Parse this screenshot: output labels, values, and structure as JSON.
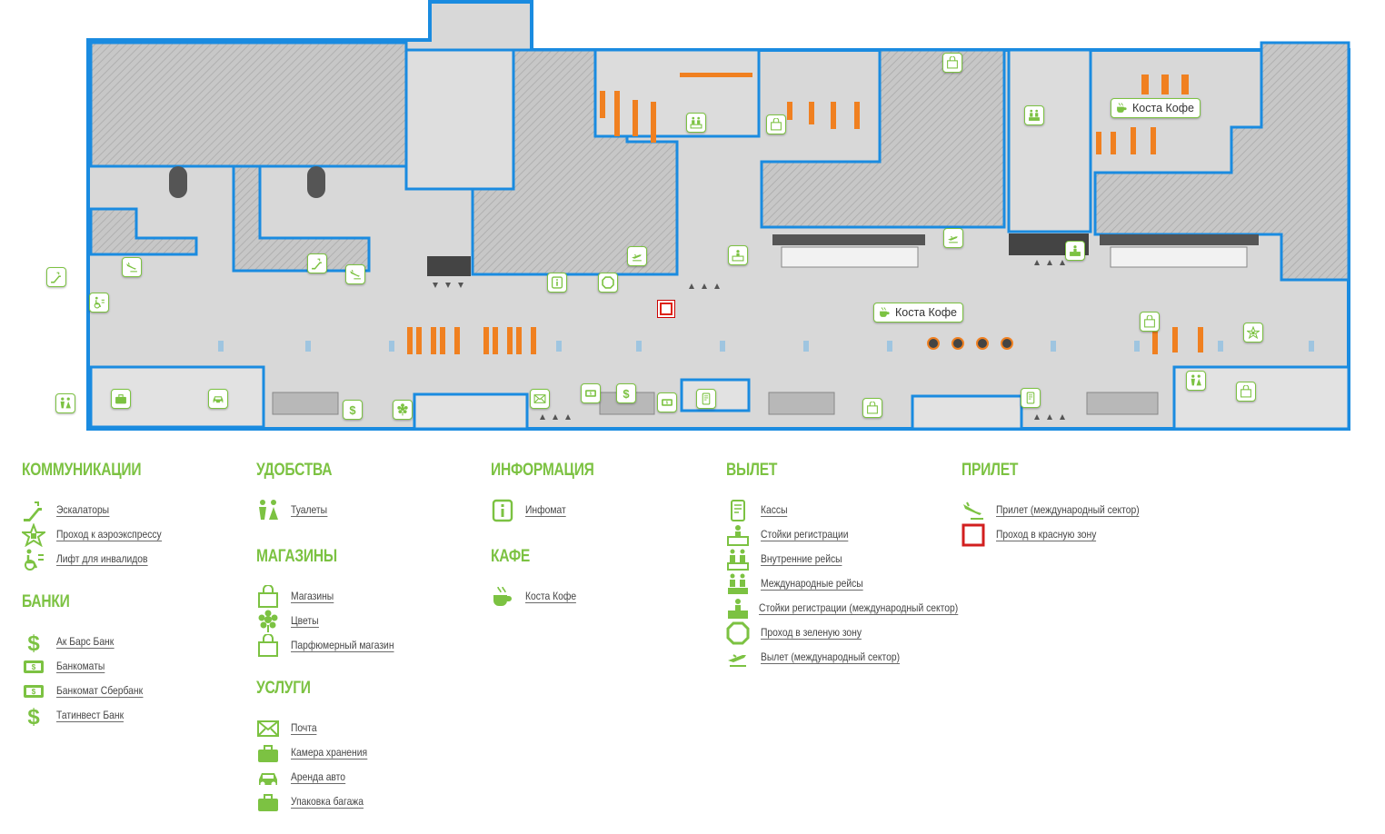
{
  "colors": {
    "accent": "#7cc242",
    "wall": "#1a8be0",
    "floor": "#d6d6d6",
    "hatch": "#b5b5b5",
    "seat": "#f08020",
    "red": "#d21f1f"
  },
  "map": {
    "cafe_label_1": "Коста Кофе",
    "cafe_label_2": "Коста Кофе",
    "markers": [
      {
        "icon": "escalator-icon"
      },
      {
        "icon": "arrival-icon"
      },
      {
        "icon": "elevator-icon"
      },
      {
        "icon": "toilet-icon"
      },
      {
        "icon": "luggage-icon"
      },
      {
        "icon": "car-icon"
      },
      {
        "icon": "escalator-icon"
      },
      {
        "icon": "arrival-icon"
      },
      {
        "icon": "dollar-icon"
      },
      {
        "icon": "flower-icon"
      },
      {
        "icon": "departure-icon"
      },
      {
        "icon": "info-icon"
      },
      {
        "icon": "green-zone-icon"
      },
      {
        "icon": "mail-icon"
      },
      {
        "icon": "atm-icon"
      },
      {
        "icon": "dollar-icon"
      },
      {
        "icon": "atm-icon"
      },
      {
        "icon": "ticket-icon"
      },
      {
        "icon": "domestic-icon"
      },
      {
        "icon": "checkin-icon"
      },
      {
        "icon": "shop-icon"
      },
      {
        "icon": "shop-icon"
      },
      {
        "icon": "departure-icon"
      },
      {
        "icon": "intl-checkin-icon"
      },
      {
        "icon": "shop-icon"
      },
      {
        "icon": "ticket-icon"
      },
      {
        "icon": "international-icon"
      },
      {
        "icon": "shop-icon"
      },
      {
        "icon": "aeroexpress-icon"
      },
      {
        "icon": "toilet-icon"
      },
      {
        "icon": "shop-icon"
      }
    ]
  },
  "legend": {
    "communications": {
      "heading": "КОММУНИКАЦИИ",
      "items": [
        {
          "label": "Эскалаторы",
          "icon": "escalator-icon"
        },
        {
          "label": "Проход к аэроэкспрессу",
          "icon": "aeroexpress-icon"
        },
        {
          "label": "Лифт для инвалидов",
          "icon": "elevator-icon"
        }
      ]
    },
    "banks": {
      "heading": "БАНКИ",
      "items": [
        {
          "label": "Ак Барс Банк",
          "icon": "dollar-icon"
        },
        {
          "label": "Банкоматы",
          "icon": "atm-icon"
        },
        {
          "label": "Банкомат Сбербанк",
          "icon": "atm-icon"
        },
        {
          "label": "Татинвест Банк",
          "icon": "dollar-icon"
        }
      ]
    },
    "amenities": {
      "heading": "УДОБСТВА",
      "items": [
        {
          "label": "Туалеты",
          "icon": "toilet-icon"
        }
      ]
    },
    "shops": {
      "heading": "МАГАЗИНЫ",
      "items": [
        {
          "label": "Магазины",
          "icon": "shop-icon"
        },
        {
          "label": "Цветы",
          "icon": "flower-icon"
        },
        {
          "label": "Парфюмерный магазин",
          "icon": "shop-icon"
        }
      ]
    },
    "services": {
      "heading": "УСЛУГИ",
      "items": [
        {
          "label": "Почта",
          "icon": "mail-icon"
        },
        {
          "label": "Камера хранения",
          "icon": "luggage-icon"
        },
        {
          "label": "Аренда авто",
          "icon": "car-icon"
        },
        {
          "label": "Упаковка багажа",
          "icon": "luggage-icon"
        }
      ]
    },
    "information": {
      "heading": "ИНФОРМАЦИЯ",
      "items": [
        {
          "label": "Инфомат",
          "icon": "info-icon"
        }
      ]
    },
    "cafe": {
      "heading": "КАФЕ",
      "items": [
        {
          "label": "Коста Кофе",
          "icon": "coffee-icon"
        }
      ]
    },
    "departure": {
      "heading": "ВЫЛЕТ",
      "items": [
        {
          "label": "Кассы",
          "icon": "ticket-icon"
        },
        {
          "label": "Стойки регистрации",
          "icon": "checkin-icon"
        },
        {
          "label": "Внутренние рейсы",
          "icon": "domestic-icon"
        },
        {
          "label": "Международные рейсы",
          "icon": "international-icon"
        },
        {
          "label": "Стойки регистрации (международный сектор)",
          "icon": "intl-checkin-icon"
        },
        {
          "label": "Проход в зеленую зону",
          "icon": "green-zone-icon"
        },
        {
          "label": "Вылет (международный сектор)",
          "icon": "departure-icon"
        }
      ]
    },
    "arrival": {
      "heading": "ПРИЛЕТ",
      "items": [
        {
          "label": "Прилет (международный сектор)",
          "icon": "arrival-icon"
        },
        {
          "label": "Проход в красную зону",
          "icon": "red-zone-icon"
        }
      ]
    }
  }
}
